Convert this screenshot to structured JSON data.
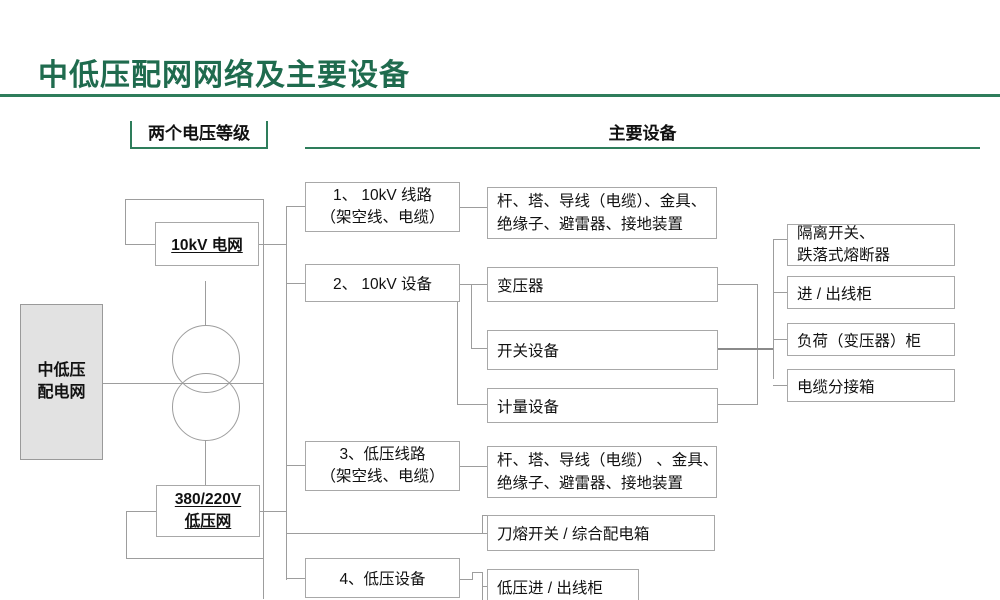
{
  "slide": {
    "title": "中低压配网网络及主要设备",
    "headers": {
      "voltage_levels": "两个电压等级",
      "main_equipment": "主要设备"
    }
  },
  "root": {
    "label_line1": "中低压",
    "label_line2": "配电网"
  },
  "voltage_nodes": [
    {
      "id": "mv",
      "label": "10kV 电网"
    },
    {
      "id": "lv",
      "label_line1": "380/220V",
      "label_line2": "低压网"
    }
  ],
  "category_nodes": [
    {
      "id": "cat1",
      "line1": "1、 10kV 线路",
      "line2": "（架空线、电缆）"
    },
    {
      "id": "cat2",
      "line1": "2、 10kV 设备",
      "line2": ""
    },
    {
      "id": "cat3",
      "line1": "3、低压线路",
      "line2": "（架空线、电缆）"
    },
    {
      "id": "cat4",
      "line1": "4、低压设备",
      "line2": ""
    }
  ],
  "equipment_nodes": [
    {
      "id": "eq1",
      "line1": "杆、塔、导线（电缆）、金具、",
      "line2": "绝缘子、避雷器、接地装置"
    },
    {
      "id": "eq2",
      "line1": "变压器",
      "line2": ""
    },
    {
      "id": "eq3",
      "line1": "开关设备",
      "line2": ""
    },
    {
      "id": "eq4",
      "line1": "计量设备",
      "line2": ""
    },
    {
      "id": "eq5",
      "line1": "杆、塔、导线（电缆） 、金具、",
      "line2": "绝缘子、避雷器、接地装置"
    },
    {
      "id": "eq6",
      "line1": "刀熔开关 / 综合配电箱",
      "line2": ""
    },
    {
      "id": "eq7",
      "line1": "低压进 / 出线柜",
      "line2": ""
    }
  ],
  "detail_nodes": [
    {
      "id": "det1",
      "line1": "隔离开关、",
      "line2": "跌落式熔断器"
    },
    {
      "id": "det2",
      "line1": "进 / 出线柜",
      "line2": ""
    },
    {
      "id": "det3",
      "line1": "负荷（变压器）柜",
      "line2": ""
    },
    {
      "id": "det4",
      "line1": "电缆分接箱",
      "line2": ""
    }
  ],
  "colors": {
    "title_green": "#1f6b4e",
    "rule_green": "#2e7d5b",
    "box_border": "#a8a8a8",
    "line_gray": "#9d9d9d",
    "shaded_fill": "#e2e2e2"
  }
}
